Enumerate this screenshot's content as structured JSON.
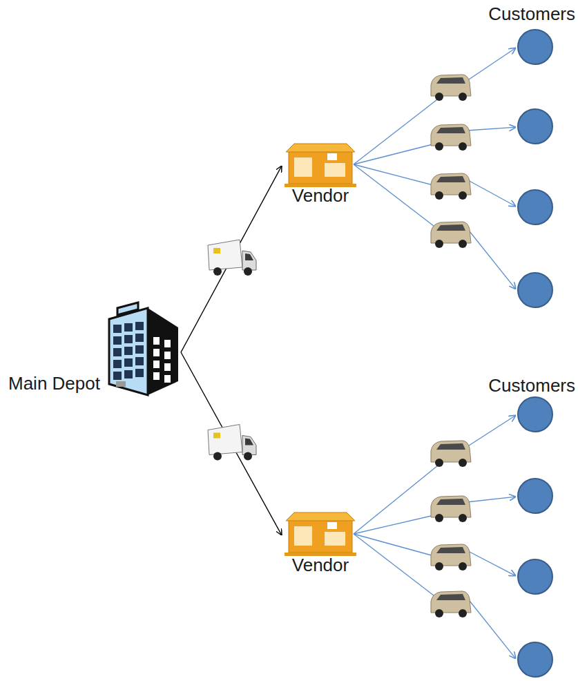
{
  "diagram": {
    "nodes": [
      {
        "text": [
          "Main Depot"
        ]
      },
      {
        "text": [
          "Vendor"
        ]
      },
      {
        "text": [
          "Vendor"
        ]
      }
    ],
    "edges": [
      {
        "from": 0,
        "to": 1,
        "arrow": "to"
      },
      {
        "from": 0,
        "to": 2,
        "arrow": "to"
      }
    ],
    "labels": [
      "Customers",
      "Customers"
    ]
  }
}
